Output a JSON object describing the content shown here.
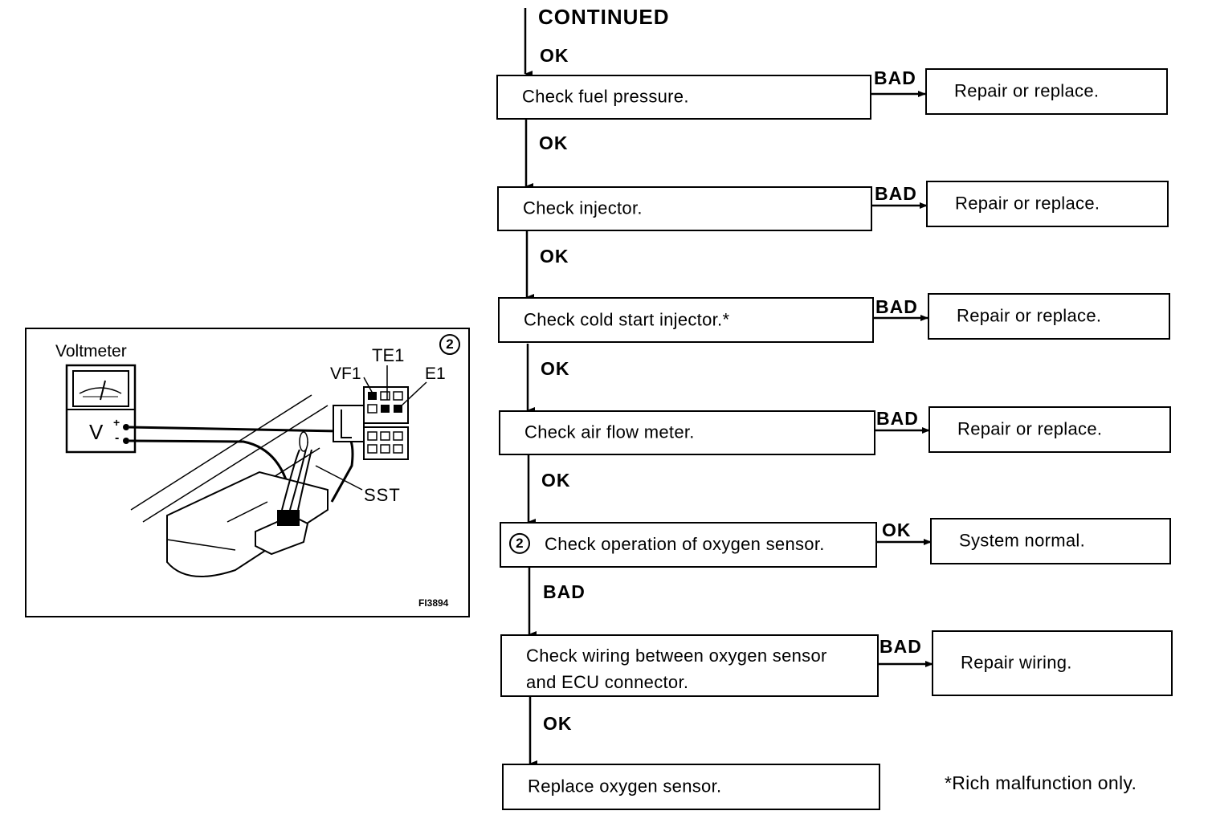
{
  "flow": {
    "continued": "CONTINUED",
    "ok": "OK",
    "bad": "BAD",
    "steps": [
      {
        "text": "Check fuel pressure.",
        "branch": "BAD",
        "result": "Repair or replace.",
        "next": "OK"
      },
      {
        "text": "Check injector.",
        "branch": "BAD",
        "result": "Repair or replace.",
        "next": "OK"
      },
      {
        "text": "Check cold start injector.*",
        "branch": "BAD",
        "result": "Repair or replace.",
        "next": "OK"
      },
      {
        "text": "Check air flow meter.",
        "branch": "BAD",
        "result": "Repair or replace.",
        "next": "OK"
      },
      {
        "marker": "2",
        "text": "Check operation of oxygen sensor.",
        "branch": "OK",
        "result": "System normal.",
        "next": "BAD"
      },
      {
        "text_line1": "Check wiring between oxygen sensor",
        "text_line2": "and ECU connector.",
        "branch": "BAD",
        "result": "Repair wiring.",
        "next": "OK"
      },
      {
        "text": "Replace oxygen sensor."
      }
    ],
    "footnote": "*Rich malfunction only."
  },
  "figure": {
    "number": "2",
    "voltmeter_label": "Voltmeter",
    "meter_letter": "V",
    "plus": "+",
    "minus": "-",
    "terminal_te1": "TE1",
    "terminal_vf1": "VF1",
    "terminal_e1": "E1",
    "sst_label": "SST",
    "figure_code": "FI3894"
  }
}
